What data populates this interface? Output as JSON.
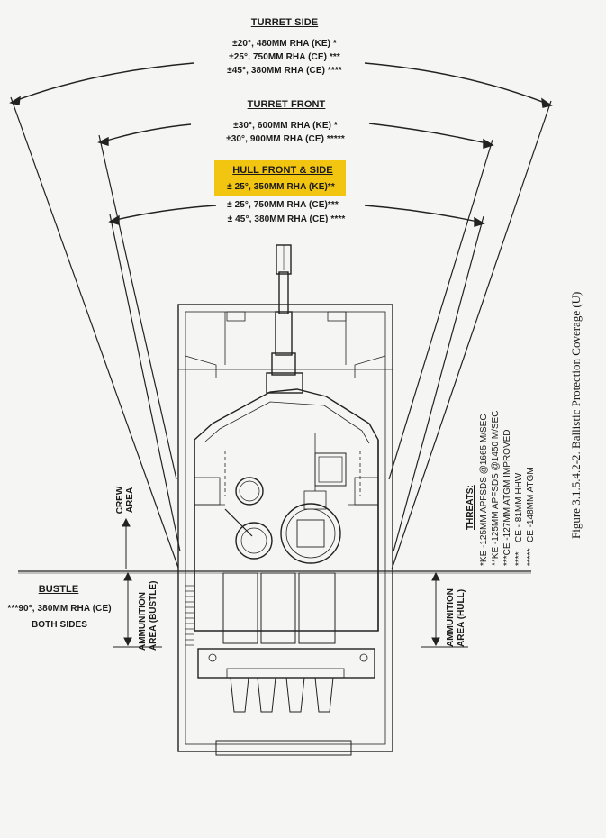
{
  "turret_side": {
    "title": "TURRET SIDE",
    "lines": [
      "±20°, 480MM RHA (KE) *",
      "±25°, 750MM RHA (CE) ***",
      "±45°, 380MM RHA (CE) ****"
    ]
  },
  "turret_front": {
    "title": "TURRET FRONT",
    "lines": [
      "±30°, 600MM RHA (KE) *",
      "±30°, 900MM RHA (CE) *****"
    ]
  },
  "hull_front_side": {
    "title": "HULL FRONT & SIDE",
    "lines": [
      "± 25°, 350MM RHA (KE)**",
      "± 25°, 750MM RHA (CE)***",
      "± 45°, 380MM RHA (CE) ****"
    ],
    "highlight_color": "#f2c511"
  },
  "bustle": {
    "title": "BUSTLE",
    "lines": [
      "***90°, 380MM RHA (CE)",
      "BOTH SIDES"
    ]
  },
  "zones": {
    "crew": "CREW AREA",
    "ammo_bustle": [
      "AMMUNITION",
      "AREA (BUSTLE)"
    ],
    "ammo_hull": [
      "AMMUNITION",
      "AREA (HULL)"
    ]
  },
  "threats": {
    "title": "THREATS:",
    "rows": [
      {
        "mark": "*",
        "text": "KE -125MM APFSDS @1665 M/SEC"
      },
      {
        "mark": "**",
        "text": "KE -125MM APFSDS @1450 M/SEC"
      },
      {
        "mark": "***",
        "text": "CE -127MM ATGM IMPROVED"
      },
      {
        "mark": "****",
        "text": "CE - 81MM HHW"
      },
      {
        "mark": "*****",
        "text": "CE -148MM ATGM"
      }
    ]
  },
  "caption": "Figure 3.1.5.4.2-2.  Ballistic Protection Coverage  (U)"
}
